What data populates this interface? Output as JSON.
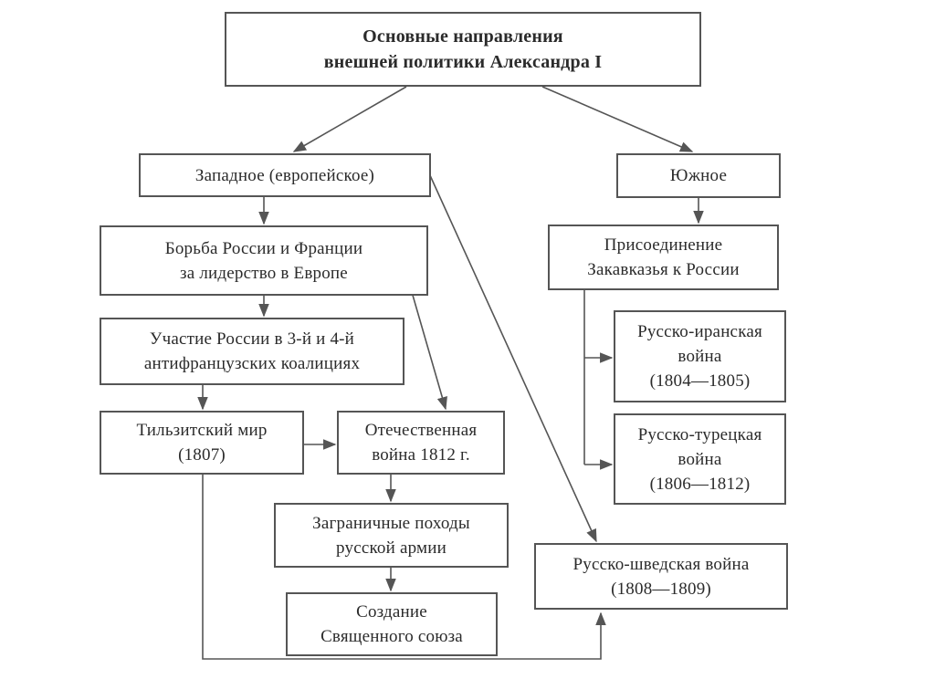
{
  "diagram": {
    "nodes": [
      {
        "id": "root",
        "label": "Основные направления\nвнешней политики Александра I"
      },
      {
        "id": "west",
        "label": "Западное (европейское)"
      },
      {
        "id": "south",
        "label": "Южное"
      },
      {
        "id": "struggle",
        "label": "Борьба России и Франции\nза лидерство в Европе"
      },
      {
        "id": "coalitions",
        "label": "Участие России в 3-й и 4-й\nантифранцузских коалициях"
      },
      {
        "id": "tilsit",
        "label": "Тильзитский мир\n(1807)"
      },
      {
        "id": "patriotic",
        "label": "Отечественная\nвойна 1812 г."
      },
      {
        "id": "campaigns",
        "label": "Заграничные походы\nрусской армии"
      },
      {
        "id": "holy",
        "label": "Создание\nСвященного союза"
      },
      {
        "id": "transcaucasia",
        "label": "Присоединение\nЗакавказья к России"
      },
      {
        "id": "iran",
        "label": "Русско-иранская\nвойна\n(1804—1805)"
      },
      {
        "id": "turkey",
        "label": "Русско-турецкая\nвойна\n(1806—1812)"
      },
      {
        "id": "sweden",
        "label": "Русско-шведская война\n(1808—1809)"
      }
    ],
    "edges": [
      [
        "root",
        "west"
      ],
      [
        "root",
        "south"
      ],
      [
        "west",
        "struggle"
      ],
      [
        "west",
        "sweden"
      ],
      [
        "struggle",
        "coalitions"
      ],
      [
        "struggle",
        "patriotic"
      ],
      [
        "coalitions",
        "tilsit"
      ],
      [
        "tilsit",
        "patriotic"
      ],
      [
        "tilsit",
        "sweden"
      ],
      [
        "patriotic",
        "campaigns"
      ],
      [
        "campaigns",
        "holy"
      ],
      [
        "south",
        "transcaucasia"
      ],
      [
        "transcaucasia",
        "iran"
      ],
      [
        "transcaucasia",
        "turkey"
      ]
    ]
  }
}
